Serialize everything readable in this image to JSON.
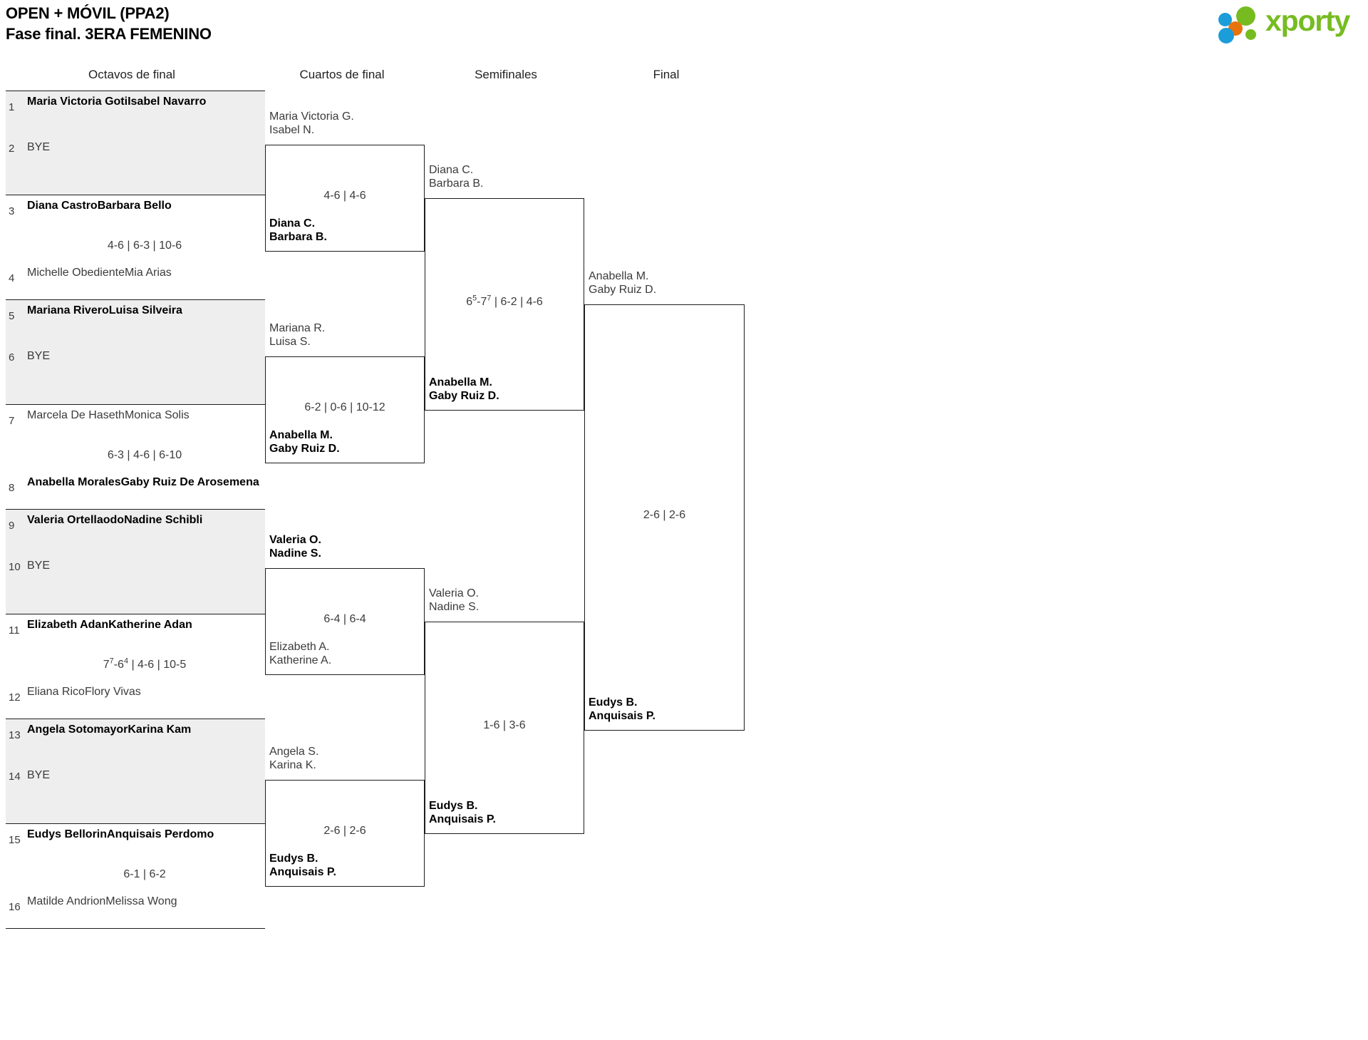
{
  "header": {
    "title_line1": "OPEN + MÓVIL (PPA2)",
    "title_line2": "Fase final. 3ERA FEMENINO",
    "logo_text": "xporty",
    "logo_colors": {
      "green": "#76bc21",
      "blue": "#1b9dd9",
      "orange": "#e8730c"
    }
  },
  "rounds": [
    {
      "label": "Octavos de final"
    },
    {
      "label": "Cuartos de final"
    },
    {
      "label": "Semifinales"
    },
    {
      "label": "Final"
    }
  ],
  "round1": {
    "matches": [
      {
        "bye": true,
        "score": "",
        "top": {
          "seed": "1",
          "p1": "Maria Victoria Goti",
          "p2": "Isabel Navarro",
          "winner": true
        },
        "bottom": {
          "seed": "2",
          "p1": "BYE",
          "p2": "",
          "winner": false
        }
      },
      {
        "bye": false,
        "score": "4-6 | 6-3 | 10-6",
        "top": {
          "seed": "3",
          "p1": "Diana Castro",
          "p2": "Barbara Bello",
          "winner": true
        },
        "bottom": {
          "seed": "4",
          "p1": "Michelle Obediente",
          "p2": "Mia Arias",
          "winner": false
        }
      },
      {
        "bye": true,
        "score": "",
        "top": {
          "seed": "5",
          "p1": "Mariana Rivero",
          "p2": "Luisa Silveira",
          "winner": true
        },
        "bottom": {
          "seed": "6",
          "p1": "BYE",
          "p2": "",
          "winner": false
        }
      },
      {
        "bye": false,
        "score": "6-3 | 4-6 | 6-10",
        "top": {
          "seed": "7",
          "p1": "Marcela De Haseth",
          "p2": "Monica Solis",
          "winner": false
        },
        "bottom": {
          "seed": "8",
          "p1": "Anabella Morales",
          "p2": "Gaby Ruiz De Arosemena",
          "winner": true
        }
      },
      {
        "bye": true,
        "score": "",
        "top": {
          "seed": "9",
          "p1": "Valeria Ortellaodo",
          "p2": "Nadine Schibli",
          "winner": true
        },
        "bottom": {
          "seed": "10",
          "p1": "BYE",
          "p2": "",
          "winner": false
        }
      },
      {
        "bye": false,
        "score": "7§7§-6§4§ | 4-6 | 10-5",
        "score_html": "7<sup>7</sup>-6<sup>4</sup> | 4-6 | 10-5",
        "top": {
          "seed": "11",
          "p1": "Elizabeth Adan",
          "p2": "Katherine Adan",
          "winner": true
        },
        "bottom": {
          "seed": "12",
          "p1": "Eliana Rico",
          "p2": "Flory Vivas",
          "winner": false
        }
      },
      {
        "bye": true,
        "score": "",
        "top": {
          "seed": "13",
          "p1": "Angela Sotomayor",
          "p2": "Karina Kam",
          "winner": true
        },
        "bottom": {
          "seed": "14",
          "p1": "BYE",
          "p2": "",
          "winner": false
        }
      },
      {
        "bye": false,
        "score": "6-1 | 6-2",
        "top": {
          "seed": "15",
          "p1": "Eudys Bellorin",
          "p2": "Anquisais Perdomo",
          "winner": true
        },
        "bottom": {
          "seed": "16",
          "p1": "Matilde Andrion",
          "p2": "Melissa Wong",
          "winner": false
        }
      }
    ]
  },
  "round2": {
    "matches": [
      {
        "score_html": "4-6 | 4-6",
        "top": {
          "p1": "Maria Victoria G.",
          "p2": "Isabel N.",
          "winner": false
        },
        "bottom": {
          "p1": "Diana C.",
          "p2": "Barbara B.",
          "winner": true
        }
      },
      {
        "score_html": "6-2 | 0-6 | 10-12",
        "top": {
          "p1": "Mariana R.",
          "p2": "Luisa S.",
          "winner": false
        },
        "bottom": {
          "p1": "Anabella M.",
          "p2": "Gaby Ruiz D.",
          "winner": true
        }
      },
      {
        "score_html": "6-4 | 6-4",
        "top": {
          "p1": "Valeria O.",
          "p2": "Nadine S.",
          "winner": true
        },
        "bottom": {
          "p1": "Elizabeth A.",
          "p2": "Katherine A.",
          "winner": false
        }
      },
      {
        "score_html": "2-6 | 2-6",
        "top": {
          "p1": "Angela S.",
          "p2": "Karina K.",
          "winner": false
        },
        "bottom": {
          "p1": "Eudys B.",
          "p2": "Anquisais P.",
          "winner": true
        }
      }
    ]
  },
  "round3": {
    "matches": [
      {
        "score_html": "6<sup>5</sup>-7<sup>7</sup> | 6-2 | 4-6",
        "top": {
          "p1": "Diana C.",
          "p2": "Barbara B.",
          "winner": false
        },
        "bottom": {
          "p1": "Anabella M.",
          "p2": "Gaby Ruiz D.",
          "winner": true
        }
      },
      {
        "score_html": "1-6 | 3-6",
        "top": {
          "p1": "Valeria O.",
          "p2": "Nadine S.",
          "winner": false
        },
        "bottom": {
          "p1": "Eudys B.",
          "p2": "Anquisais P.",
          "winner": true
        }
      }
    ]
  },
  "round4": {
    "matches": [
      {
        "score_html": "2-6 | 2-6",
        "top": {
          "p1": "Anabella M.",
          "p2": "Gaby Ruiz D.",
          "winner": false
        },
        "bottom": {
          "p1": "Eudys B.",
          "p2": "Anquisais P.",
          "winner": true
        }
      }
    ]
  }
}
